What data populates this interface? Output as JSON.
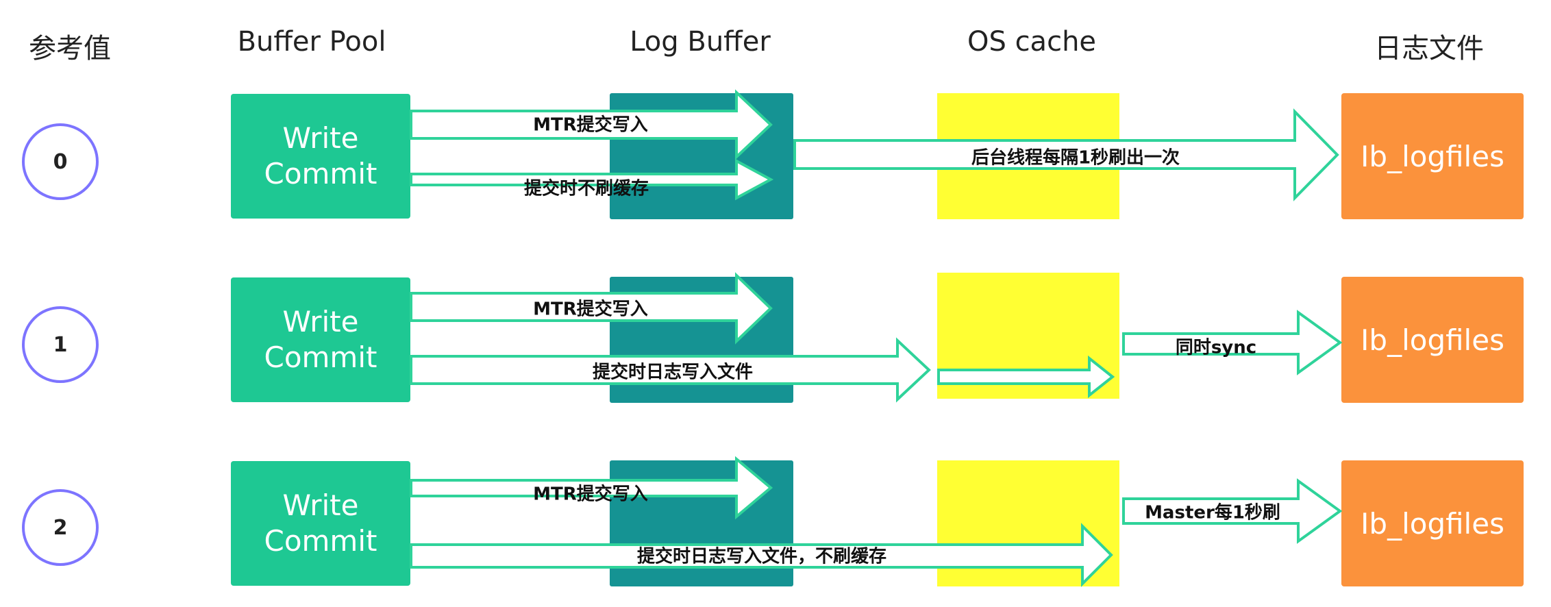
{
  "headers": {
    "param": "参考值",
    "buffer_pool": "Buffer Pool",
    "log_buffer": "Log Buffer",
    "os_cache": "OS cache",
    "log_file": "日志文件"
  },
  "rows": [
    {
      "value": "0",
      "buffer_pool_line1": "Write",
      "buffer_pool_line2": "Commit",
      "arrow_mtr": "MTR提交写入",
      "arrow_commit": "提交时不刷缓存",
      "arrow_flush": "后台线程每隔1秒刷出一次",
      "log_file": "Ib_logfiles"
    },
    {
      "value": "1",
      "buffer_pool_line1": "Write",
      "buffer_pool_line2": "Commit",
      "arrow_mtr": "MTR提交写入",
      "arrow_commit": "提交时日志写入文件",
      "arrow_flush": "同时sync",
      "log_file": "Ib_logfiles"
    },
    {
      "value": "2",
      "buffer_pool_line1": "Write",
      "buffer_pool_line2": "Commit",
      "arrow_mtr": "MTR提交写入",
      "arrow_commit": "提交时日志写入文件，不刷缓存",
      "arrow_flush": "Master每1秒刷",
      "log_file": "Ib_logfiles"
    }
  ],
  "colors": {
    "buffer_pool": "#1ec893",
    "log_buffer": "#159393",
    "os_cache": "#ffff33",
    "log_file": "#fb923c",
    "arrow_stroke": "#2fd39a",
    "circle_border": "#7d74ff"
  }
}
